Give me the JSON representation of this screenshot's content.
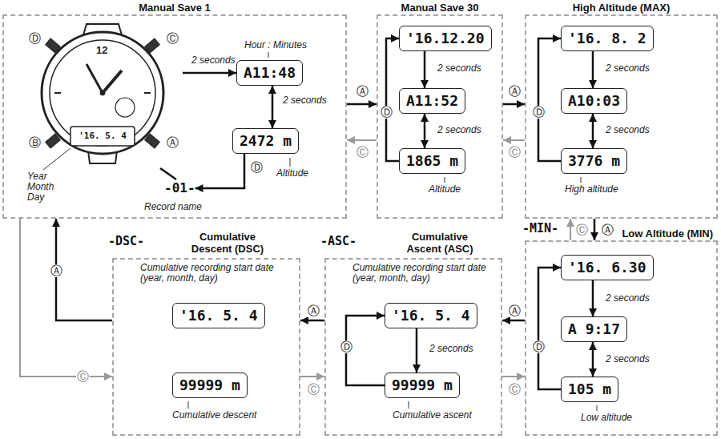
{
  "diagram": {
    "nodes": [
      {
        "text": [
          "Manual Save 1"
        ]
      },
      {
        "text": [
          "'16. 5. 4"
        ],
        "in": 0
      },
      {
        "text": [
          "A11:48"
        ],
        "in": 0
      },
      {
        "text": [
          "2472 m"
        ],
        "in": 0
      },
      {
        "text": [
          "-01-"
        ],
        "in": 0
      },
      {
        "text": [
          "Manual Save 30"
        ]
      },
      {
        "text": [
          "'16.12.20"
        ],
        "in": 5
      },
      {
        "text": [
          "A11:52"
        ],
        "in": 5
      },
      {
        "text": [
          "1865 m"
        ],
        "in": 5
      },
      {
        "text": [
          "High Altitude (MAX)"
        ]
      },
      {
        "text": [
          "'16. 8. 2"
        ],
        "in": 9
      },
      {
        "text": [
          "A10:03"
        ],
        "in": 9
      },
      {
        "text": [
          "3776 m"
        ],
        "in": 9
      },
      {
        "text": [
          "-MIN-",
          "Low Altitude (MIN)"
        ]
      },
      {
        "text": [
          "'16. 6.30"
        ],
        "in": 13
      },
      {
        "text": [
          "A 9:17"
        ],
        "in": 13
      },
      {
        "text": [
          "105 m"
        ],
        "in": 13
      },
      {
        "text": [
          "-ASC-",
          "Cumulative Ascent (ASC)"
        ]
      },
      {
        "text": [
          "'16. 5. 4"
        ],
        "in": 17
      },
      {
        "text": [
          "99999 m"
        ],
        "in": 17
      },
      {
        "text": [
          "-DSC-",
          "Cumulative Descent (DSC)"
        ]
      },
      {
        "text": [
          "'16. 5. 4"
        ],
        "in": 20
      },
      {
        "text": [
          "99999 m"
        ],
        "in": 20
      }
    ],
    "edges": [
      {
        "from": 1,
        "to": 2,
        "arrow": "to",
        "label": "2 seconds"
      },
      {
        "from": 2,
        "to": 3,
        "arrow": "both",
        "label": "2 seconds"
      },
      {
        "from": 3,
        "to": 4,
        "arrow": "to",
        "label": "Ⓓ"
      },
      {
        "from": 4,
        "to": 1,
        "arrow": "none"
      },
      {
        "from": 0,
        "to": 5,
        "arrow": "to",
        "label": "Ⓐ"
      },
      {
        "from": 5,
        "to": 0,
        "arrow": "to",
        "label": "Ⓒ"
      },
      {
        "from": 6,
        "to": 7,
        "arrow": "to",
        "label": "2 seconds"
      },
      {
        "from": 7,
        "to": 8,
        "arrow": "both",
        "label": "2 seconds"
      },
      {
        "from": 8,
        "to": 6,
        "arrow": "to",
        "label": "Ⓓ"
      },
      {
        "from": 5,
        "to": 9,
        "arrow": "to",
        "label": "Ⓐ"
      },
      {
        "from": 9,
        "to": 5,
        "arrow": "to",
        "label": "Ⓒ"
      },
      {
        "from": 10,
        "to": 11,
        "arrow": "to",
        "label": "2 seconds"
      },
      {
        "from": 11,
        "to": 12,
        "arrow": "both",
        "label": "2 seconds"
      },
      {
        "from": 12,
        "to": 10,
        "arrow": "to",
        "label": "Ⓓ"
      },
      {
        "from": 9,
        "to": 13,
        "arrow": "to",
        "label": "Ⓐ"
      },
      {
        "from": 13,
        "to": 9,
        "arrow": "to",
        "label": "Ⓒ"
      },
      {
        "from": 14,
        "to": 15,
        "arrow": "to",
        "label": "2 seconds"
      },
      {
        "from": 15,
        "to": 16,
        "arrow": "both",
        "label": "2 seconds"
      },
      {
        "from": 16,
        "to": 14,
        "arrow": "to",
        "label": "Ⓓ"
      },
      {
        "from": 13,
        "to": 17,
        "arrow": "to",
        "label": "Ⓐ"
      },
      {
        "from": 17,
        "to": 13,
        "arrow": "to",
        "label": "Ⓒ"
      },
      {
        "from": 18,
        "to": 19,
        "arrow": "to",
        "label": "2 seconds"
      },
      {
        "from": 19,
        "to": 18,
        "arrow": "to",
        "label": "Ⓓ"
      },
      {
        "from": 17,
        "to": 20,
        "arrow": "to",
        "label": "Ⓐ"
      },
      {
        "from": 20,
        "to": 17,
        "arrow": "to",
        "label": "Ⓒ"
      },
      {
        "from": 20,
        "to": 0,
        "arrow": "to",
        "label": "Ⓐ"
      },
      {
        "from": 0,
        "to": 20,
        "arrow": "to",
        "label": "Ⓒ"
      }
    ],
    "labels": [
      "Hour : Minutes",
      "Altitude",
      "Year Month Day",
      "Record name",
      "12",
      "Ⓓ",
      "Ⓒ",
      "Ⓑ",
      "Ⓐ",
      "Altitude",
      "High altitude",
      "Low altitude",
      "Cumulative recording start date (year, month, day)",
      "Cumulative ascent",
      "Cumulative recording start date (year, month, day)",
      "Cumulative descent"
    ]
  }
}
